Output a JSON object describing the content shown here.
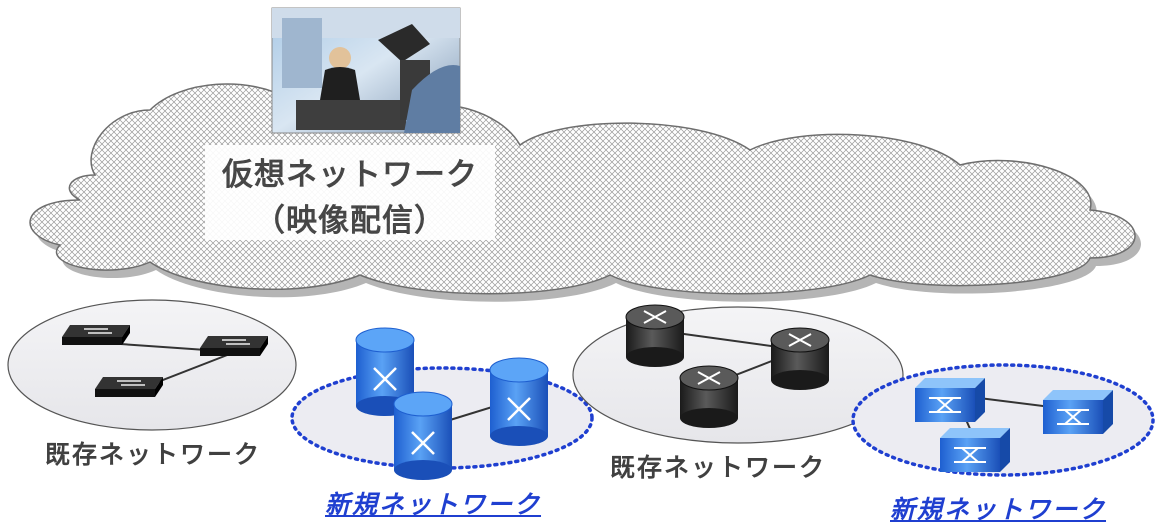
{
  "cloud": {
    "title": "仮想ネットワーク",
    "subtitle": "（映像配信）"
  },
  "photo": {
    "subject": "broadcast-studio-news-anchor-camera"
  },
  "networks": [
    {
      "label": "既存ネットワーク",
      "type": "existing",
      "device": "switch-icon",
      "device_count": 3
    },
    {
      "label": "新規ネットワーク",
      "type": "new",
      "device": "router-icon",
      "device_count": 3
    },
    {
      "label": "既存ネットワーク",
      "type": "existing",
      "device": "router-icon",
      "device_count": 3
    },
    {
      "label": "新規ネットワーク",
      "type": "new",
      "device": "switch-icon",
      "device_count": 3
    }
  ],
  "colors": {
    "new_network": "#1f3fd0",
    "existing_label": "#404040",
    "device_blue": "#2f7fe6",
    "device_dark": "#2a2a2a"
  }
}
